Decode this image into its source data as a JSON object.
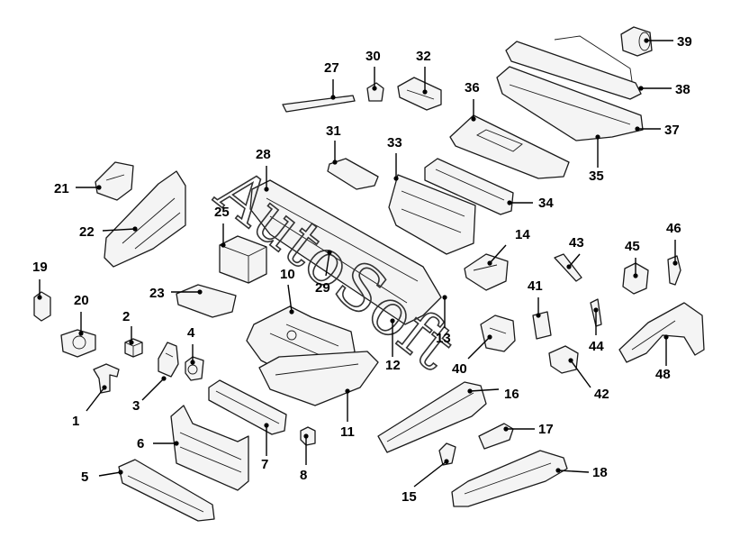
{
  "diagram": {
    "watermark": "AutoSoft",
    "callouts": [
      "1",
      "2",
      "3",
      "4",
      "5",
      "6",
      "7",
      "8",
      "10",
      "11",
      "12",
      "13",
      "14",
      "15",
      "16",
      "17",
      "18",
      "19",
      "20",
      "21",
      "22",
      "23",
      "25",
      "27",
      "28",
      "29",
      "30",
      "31",
      "32",
      "33",
      "34",
      "35",
      "36",
      "37",
      "38",
      "39",
      "40",
      "41",
      "42",
      "43",
      "44",
      "45",
      "46",
      "48"
    ]
  }
}
